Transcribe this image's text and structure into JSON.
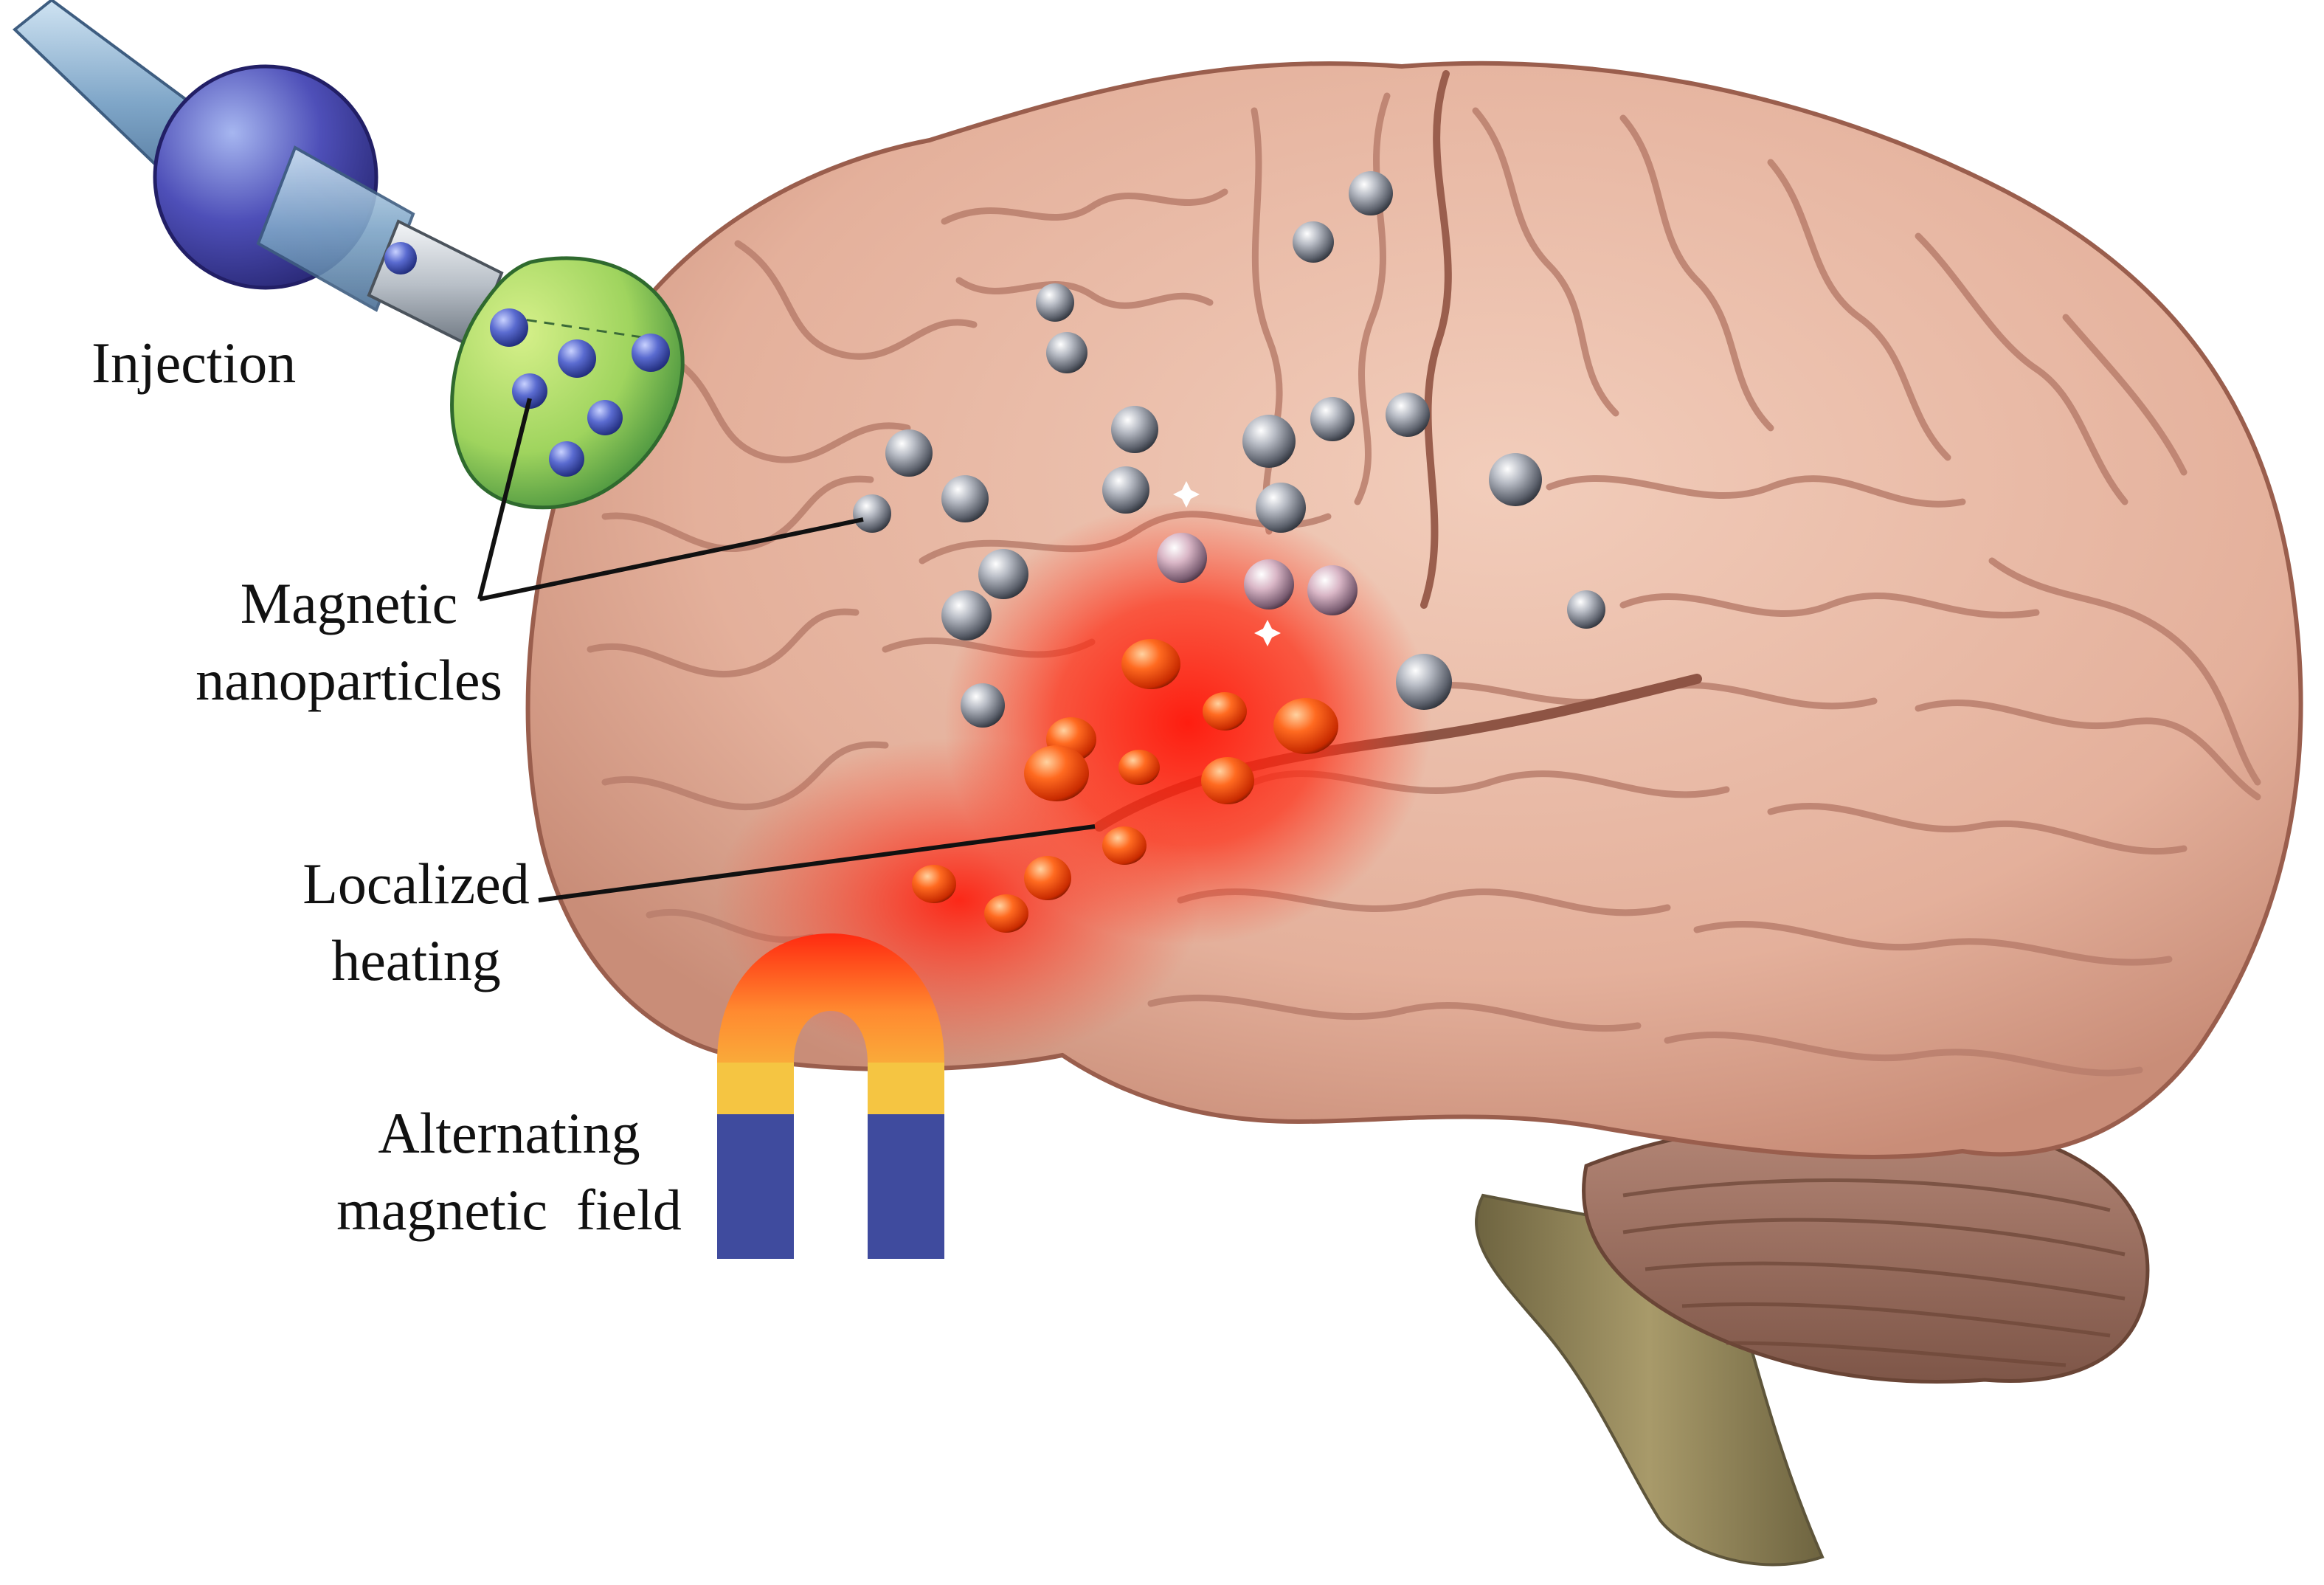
{
  "labels": {
    "injection": "Injection",
    "nanoparticles_line1": "Magnetic",
    "nanoparticles_line2": "nanoparticles",
    "heating_line1": "Localized",
    "heating_line2": "heating",
    "field_line1": "Alternating",
    "field_line2": "magnetic  field"
  },
  "colors": {
    "brain": "#e6b5a0",
    "brain_fold": "#b97e6c",
    "heat": "#ff1a0a",
    "nanoparticle": "#8a8f9a",
    "heated_particle": "#ff4a10",
    "injected_particle": "#3e4fae",
    "injection_bulb": "#9fd45e",
    "magnet_pole": "#3f4b9e",
    "magnet_band": "#f5c542",
    "cerebellum": "#9a7062",
    "brainstem": "#8a7d55"
  },
  "icons": [
    "syringe-icon",
    "magnet-icon"
  ]
}
